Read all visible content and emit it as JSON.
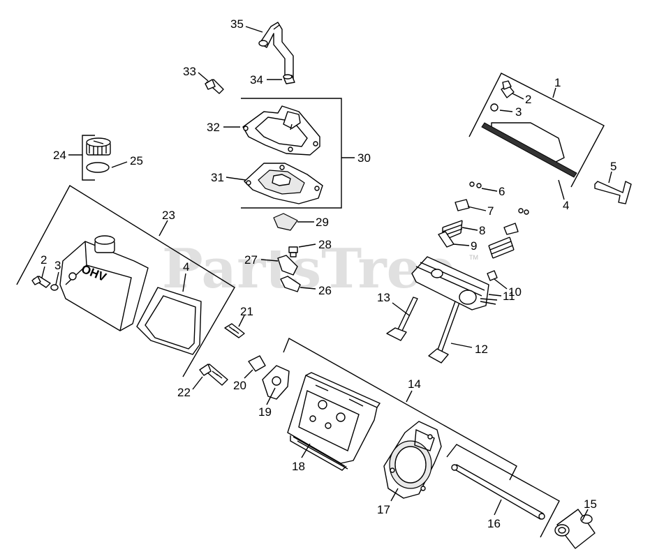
{
  "diagram": {
    "watermark": "PartsTree",
    "watermark_tm": "TM",
    "logo_lettering": "OHV"
  },
  "callouts": [
    {
      "id": "1",
      "label": "1"
    },
    {
      "id": "2",
      "label": "2"
    },
    {
      "id": "3",
      "label": "3"
    },
    {
      "id": "4",
      "label": "4"
    },
    {
      "id": "5",
      "label": "5"
    },
    {
      "id": "6",
      "label": "6"
    },
    {
      "id": "7",
      "label": "7"
    },
    {
      "id": "8",
      "label": "8"
    },
    {
      "id": "9",
      "label": "9"
    },
    {
      "id": "10",
      "label": "10"
    },
    {
      "id": "11",
      "label": "11"
    },
    {
      "id": "12",
      "label": "12"
    },
    {
      "id": "13",
      "label": "13"
    },
    {
      "id": "14",
      "label": "14"
    },
    {
      "id": "15",
      "label": "15"
    },
    {
      "id": "16",
      "label": "16"
    },
    {
      "id": "17",
      "label": "17"
    },
    {
      "id": "18",
      "label": "18"
    },
    {
      "id": "19",
      "label": "19"
    },
    {
      "id": "20",
      "label": "20"
    },
    {
      "id": "21",
      "label": "21"
    },
    {
      "id": "22",
      "label": "22"
    },
    {
      "id": "23",
      "label": "23"
    },
    {
      "id": "24",
      "label": "24"
    },
    {
      "id": "25",
      "label": "25"
    },
    {
      "id": "26",
      "label": "26"
    },
    {
      "id": "27",
      "label": "27"
    },
    {
      "id": "28",
      "label": "28"
    },
    {
      "id": "29",
      "label": "29"
    },
    {
      "id": "30",
      "label": "30"
    },
    {
      "id": "31",
      "label": "31"
    },
    {
      "id": "32",
      "label": "32"
    },
    {
      "id": "33",
      "label": "33"
    },
    {
      "id": "34",
      "label": "34"
    },
    {
      "id": "35",
      "label": "35"
    },
    {
      "id": "2b",
      "label": "2"
    },
    {
      "id": "3b",
      "label": "3"
    },
    {
      "id": "4b",
      "label": "4"
    }
  ]
}
